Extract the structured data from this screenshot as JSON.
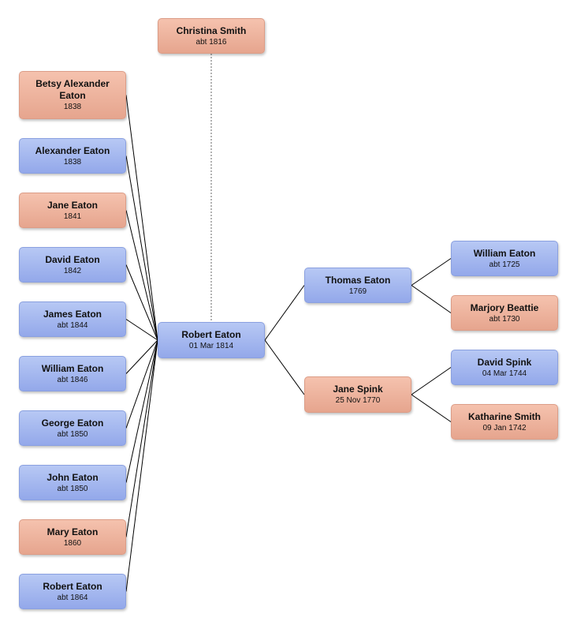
{
  "spouse": {
    "name": "Christina Smith",
    "date": "abt 1816",
    "gender": "female"
  },
  "focus": {
    "name": "Robert Eaton",
    "date": "01 Mar 1814",
    "gender": "male"
  },
  "children": [
    {
      "name": "Betsy Alexander Eaton",
      "date": "1838",
      "gender": "female"
    },
    {
      "name": "Alexander Eaton",
      "date": "1838",
      "gender": "male"
    },
    {
      "name": "Jane Eaton",
      "date": "1841",
      "gender": "female"
    },
    {
      "name": "David Eaton",
      "date": "1842",
      "gender": "male"
    },
    {
      "name": "James Eaton",
      "date": "abt 1844",
      "gender": "male"
    },
    {
      "name": "William Eaton",
      "date": "abt 1846",
      "gender": "male"
    },
    {
      "name": "George Eaton",
      "date": "abt 1850",
      "gender": "male"
    },
    {
      "name": "John Eaton",
      "date": "abt 1850",
      "gender": "male"
    },
    {
      "name": "Mary Eaton",
      "date": "1860",
      "gender": "female"
    },
    {
      "name": "Robert Eaton",
      "date": "abt 1864",
      "gender": "male"
    }
  ],
  "father": {
    "name": "Thomas Eaton",
    "date": "1769",
    "gender": "male"
  },
  "mother": {
    "name": "Jane Spink",
    "date": "25 Nov 1770",
    "gender": "female"
  },
  "paternal_grandfather": {
    "name": "William Eaton",
    "date": "abt 1725",
    "gender": "male"
  },
  "paternal_grandmother": {
    "name": "Marjory Beattie",
    "date": "abt 1730",
    "gender": "female"
  },
  "maternal_grandfather": {
    "name": "David Spink",
    "date": "04 Mar 1744",
    "gender": "male"
  },
  "maternal_grandmother": {
    "name": "Katharine Smith",
    "date": "09 Jan 1742",
    "gender": "female"
  },
  "colors": {
    "male": "#a4b8ef",
    "female": "#eeb39c",
    "line": "#000000"
  }
}
